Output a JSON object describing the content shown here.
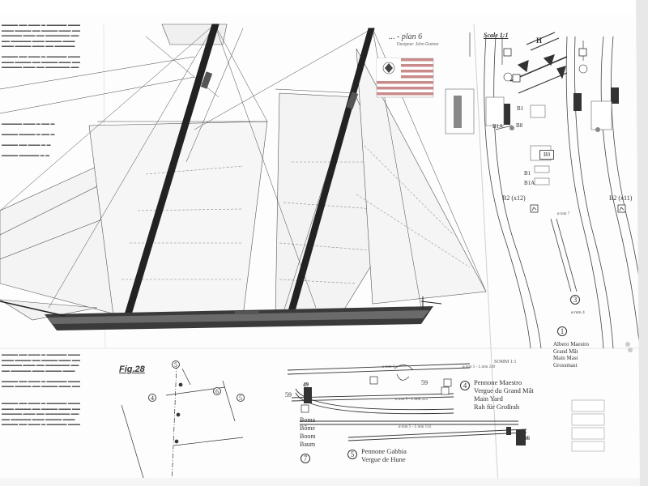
{
  "plan": {
    "title": "... - plan 6",
    "designer": "Designer: John Greiner",
    "scale": "Scale 1:1"
  },
  "figure": {
    "label": "Fig.28",
    "callouts": [
      "5",
      "4",
      "6",
      "5"
    ]
  },
  "parts": {
    "main_yard": {
      "number": "4",
      "names": [
        "Pennone Maestro",
        "Vergue du Grand Mât",
        "Main Yard",
        "Rah für Großrah"
      ],
      "dimension": "ø mm 5 - L mm 225"
    },
    "top_yard": {
      "number": "5",
      "names": [
        "Pennone Gabbia",
        "Vergue de Hune"
      ],
      "dimension": "ø mm 5 - L mm 114"
    },
    "boom": {
      "number": "7",
      "names": [
        "Boma",
        "Bôme",
        "Boom",
        "Baum"
      ]
    },
    "main_mast": {
      "number": "1",
      "names": [
        "Albero Maestro",
        "Grand Mât",
        "Main Mast",
        "Grossmast"
      ]
    },
    "part3": {
      "number": "3",
      "dimension": "ø mm 4"
    }
  },
  "markers": {
    "b2_left": "B2 (x12)",
    "b2_right": "B2 (x11)",
    "b1": "B1",
    "b1a": "B1A",
    "b1_top": "B1",
    "b1a_top": "B1A",
    "b0": "B0",
    "h": "H",
    "n59a": "59",
    "n59b": "59",
    "n49": "49",
    "n66": "66",
    "b8": "B8"
  },
  "dimensions": {
    "main": "ø mm 5 - L mm 240",
    "top": "ø mm 5",
    "mast": "ø mm 7"
  },
  "somm": "SOMM 1:1",
  "colors": {
    "paper": "#ffffff",
    "ink": "#222222",
    "hull": "#333333",
    "flag_red": "#c98a8a"
  }
}
